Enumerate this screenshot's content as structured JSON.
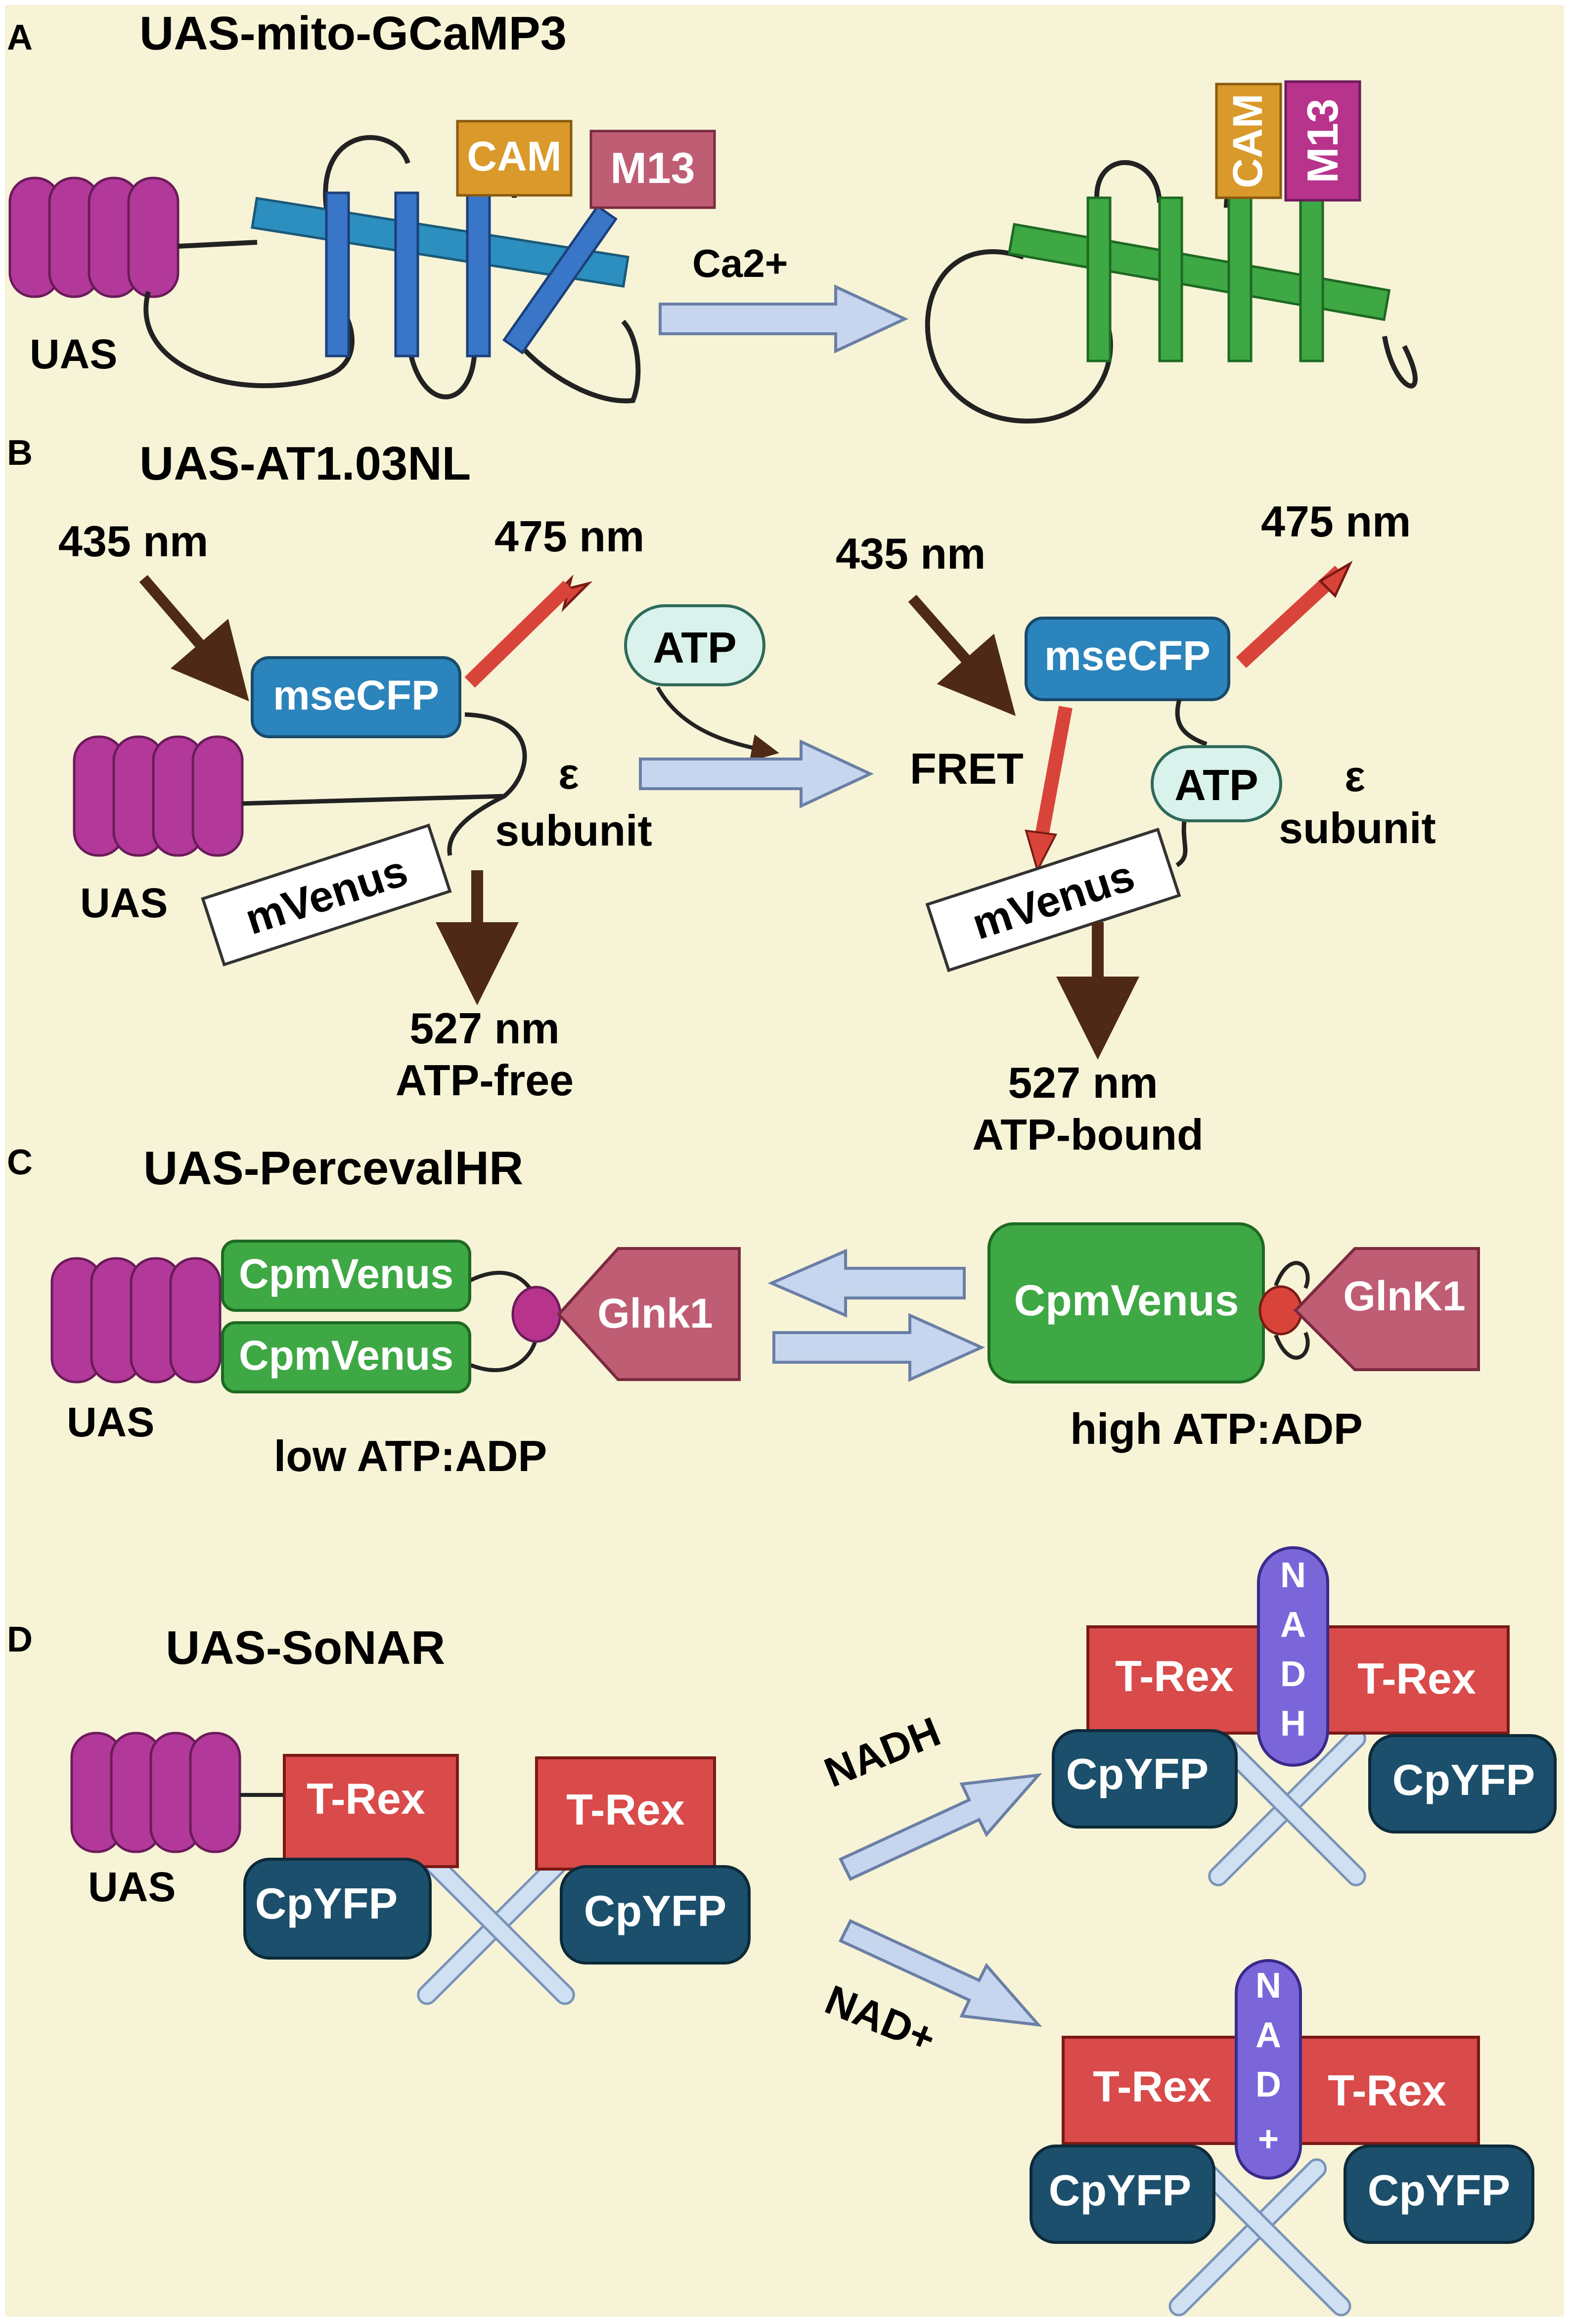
{
  "colors": {
    "background": "#f7f3d6",
    "uas_magenta": "#b2399a",
    "blue_helix": "#3a76c8",
    "teal_bar": "#2c8fbf",
    "green": "#3ea844",
    "cam": "#d99a2b",
    "m13_rose": "#bf5d74",
    "m13_magenta": "#b8338c",
    "mseCFP": "#2b84bb",
    "atp_bubble": "#d9f2ec",
    "glnk1": "#bf5d74",
    "trex": "#d94a4a",
    "cpyfp": "#1b4f6b",
    "nadh": "#7b66d9",
    "cross": "#cfe0f3",
    "arrow_fill": "#c7d6ee",
    "arrow_brown": "#4e2a16",
    "arrow_red": "#d9443a"
  },
  "panelA": {
    "letter": "A",
    "title": "UAS-mito-GCaMP3",
    "uas": "UAS",
    "cam": "CAM",
    "m13": "M13",
    "arrow_label": "Ca2+"
  },
  "panelB": {
    "letter": "B",
    "title": "UAS-AT1.03NL",
    "uas": "UAS",
    "ex_left": "435 nm",
    "em_left": "475 nm",
    "cfp": "mseCFP",
    "venus": "mVenus",
    "epsilon": "ε",
    "subunit": "subunit",
    "out_left_1": "527 nm",
    "out_left_2": "ATP-free",
    "atp": "ATP",
    "fret": "FRET",
    "ex_right": "435 nm",
    "em_right": "475 nm",
    "cfp_right": "mseCFP",
    "venus_right": "mVenus",
    "atp_bound": "ATP",
    "epsilon_right": "ε",
    "subunit_right": "subunit",
    "out_right_1": "527 nm",
    "out_right_2": "ATP-bound"
  },
  "panelC": {
    "letter": "C",
    "title": "UAS-PercevalHR",
    "uas": "UAS",
    "cpm1": "CpmVenus",
    "cpm2": "CpmVenus",
    "glnk_left": "Glnk1",
    "low": "low ATP:ADP",
    "cpm_right": "CpmVenus",
    "glnk_right": "GlnK1",
    "high": "high ATP:ADP"
  },
  "panelD": {
    "letter": "D",
    "title": "UAS-SoNAR",
    "uas": "UAS",
    "trex": "T-Rex",
    "cpyfp": "CpYFP",
    "nadh_label": "NADH",
    "nad_label": "NAD+",
    "nadh_letters": [
      "N",
      "A",
      "D",
      "H"
    ],
    "nad_letters": [
      "N",
      "A",
      "D",
      "+"
    ]
  }
}
